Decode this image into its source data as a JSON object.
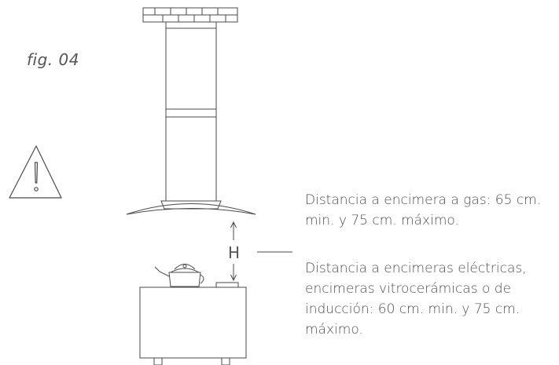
{
  "figure": {
    "label": "fig. 04"
  },
  "diagram": {
    "height_marker": "H",
    "notes": [
      "Distancia a encimera a gas: 65 cm. min. y 75 cm. máximo.",
      "Distancia a encimeras eléctricas, encimeras vitrocerámicas o de inducción: 60 cm. min. y 75 cm. máximo."
    ]
  },
  "colors": {
    "line": "#4a4a4a",
    "text": "#4e4e4e"
  }
}
